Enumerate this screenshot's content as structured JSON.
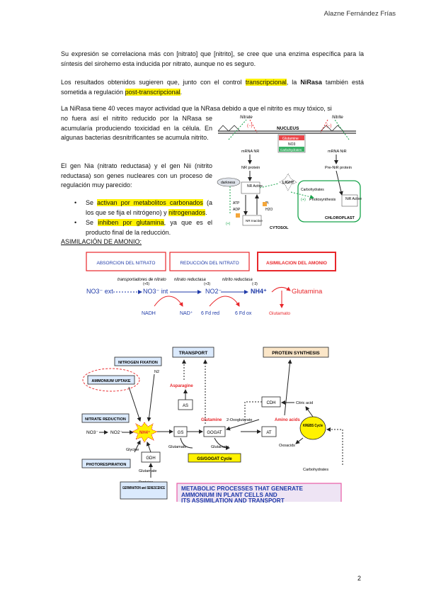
{
  "header": {
    "author": "Alazne Fernández Frías"
  },
  "p1": "Su expresión se correlaciona más con [nitrato] que [nitrito], se cree que una enzima específica para la síntesis del sirohemo esta inducida por nitrato, aunque no es seguro.",
  "p2": {
    "a": "Los resultados obtenidos sugieren que, junto con el control ",
    "h1": "transcripcional",
    "b": ", la ",
    "bold": "NiRasa",
    "c": " también está sometida a regulación ",
    "h2": "post-transcripcional",
    "d": "."
  },
  "p3": {
    "first": "La NiRasa tiene 40 veces mayor actividad que la NRasa debido a que el nitrito es muy tóxico, si",
    "rest": "no fuera así el nitrito reducido por la NRasa se acumularía produciendo toxicidad en la célula. En algunas bacterias desnitrificantes se acumula nitrito."
  },
  "p4": "El gen Nia (nitrato reductasa) y el gen Nii (nitrito reductasa) son genes nucleares con un proceso de regulación muy parecido:",
  "bullets": {
    "b1": {
      "a": "Se ",
      "h1": "activan por metabolitos carbonados",
      "b": " (a los que se fija el nitrógeno) y ",
      "h2": "nitrogenados",
      "c": "."
    },
    "b2": {
      "a": "Se ",
      "h1": "inhiben por glutamina",
      "b": ", ya que es el producto final de la reducción."
    }
  },
  "section_title": "ASIMILACIÓN DE AMONIO:",
  "page_number": "2",
  "fig1": {
    "nitrate": "Nitrate",
    "nitrite": "Nitrite",
    "nucleus": "NUCLEUS",
    "glutamine": "Glutamine",
    "no3": "NO3",
    "carbohydrates": "Carbohydrates",
    "mrna_nr": "mRNA NR",
    "mrna_nir": "mRNA NiR",
    "nr_protein": "NR protein",
    "pre_nir": "Pre-NiR protein",
    "darkness": "darkness",
    "nr_active": "NR Active",
    "nir_active": "NiR Active",
    "light": "LIGHT",
    "carbohydrates2": "Carbohydrates",
    "photosynthesis": "Photosynthesis",
    "chloroplast": "CHLOROPLAST",
    "cytosol": "CYTOSOL",
    "atp": "ATP",
    "adp": "ADP",
    "pi": "Pi",
    "h2o": "H2O",
    "nr_inactive": "NR Inactive",
    "plus": "(+)",
    "minus": "(−)"
  },
  "fig2": {
    "h1": "ABSORCION DEL NITRATO",
    "h2": "REDUCCIÓN DEL NITRATO",
    "h3": "ASIMILACION DEL AMONIO",
    "no3_ext": "NO3⁻ ext",
    "transp": "transportadores de nitrato",
    "no3_int": "NO3⁻ int",
    "ox5": "(+5)",
    "nitrato_red": "nitrato reductasa",
    "no2": "NO2⁻",
    "ox3": "(+3)",
    "nitrito_red": "nitrito reductasa",
    "nh4": "NH4⁺",
    "ox_3": "(-3)",
    "glutamina": "Glutamina",
    "nadh": "NADH",
    "nad": "NAD⁺",
    "fd_red": "6 Fd red",
    "fd_ox": "6 Fd ox",
    "glutamato": "Glutamato"
  },
  "fig3": {
    "transport": "TRANSPORT",
    "protein_synthesis": "PROTEIN SYNTHESIS",
    "nitrogen_fixation": "NITROGEN FIXATION",
    "n2": "N2",
    "ammonium_uptake": "AMMONIUM UPTAKE",
    "nitrate_reduction": "NITRATE REDUCTION",
    "no3": "NO3⁻",
    "no2": "NO2⁻",
    "nh4": "NH4⁺",
    "glycine": "Glycine",
    "photorespiration": "PHOTORESPIRATION",
    "gdh": "GDH",
    "glutamate": "Glutamate",
    "proteins": "Proteins",
    "germination": "GERMINATION and SENESCENCE",
    "asparagine": "Asparagine",
    "as": "AS",
    "gs": "GS",
    "glutamine": "Glutamine",
    "gogat": "GOGAT",
    "oxoglutarate": "2-Oxoglutarate",
    "glutamate1": "Glutamate",
    "glutamate2": "Glutamate",
    "gs_gogat": "GS/GOGAT Cycle",
    "cdh": "CDH",
    "citric": "Citric acid",
    "amino": "Amino acids",
    "at": "AT",
    "oxoacids": "Oxoacids",
    "krebs": "KREBS Cycle",
    "carbohydrates": "Carbohydrates",
    "title1": "METABOLIC PROCESSES THAT GENERATE",
    "title2": "AMMONIUM IN PLANT CELLS AND",
    "title3": "ITS ASSIMILATION AND TRANSPORT"
  },
  "colors": {
    "highlight": "#fff200",
    "red": "#e8262a",
    "green": "#17a34a",
    "blue": "#1f3aa8",
    "pink_border": "#e85aa5"
  }
}
